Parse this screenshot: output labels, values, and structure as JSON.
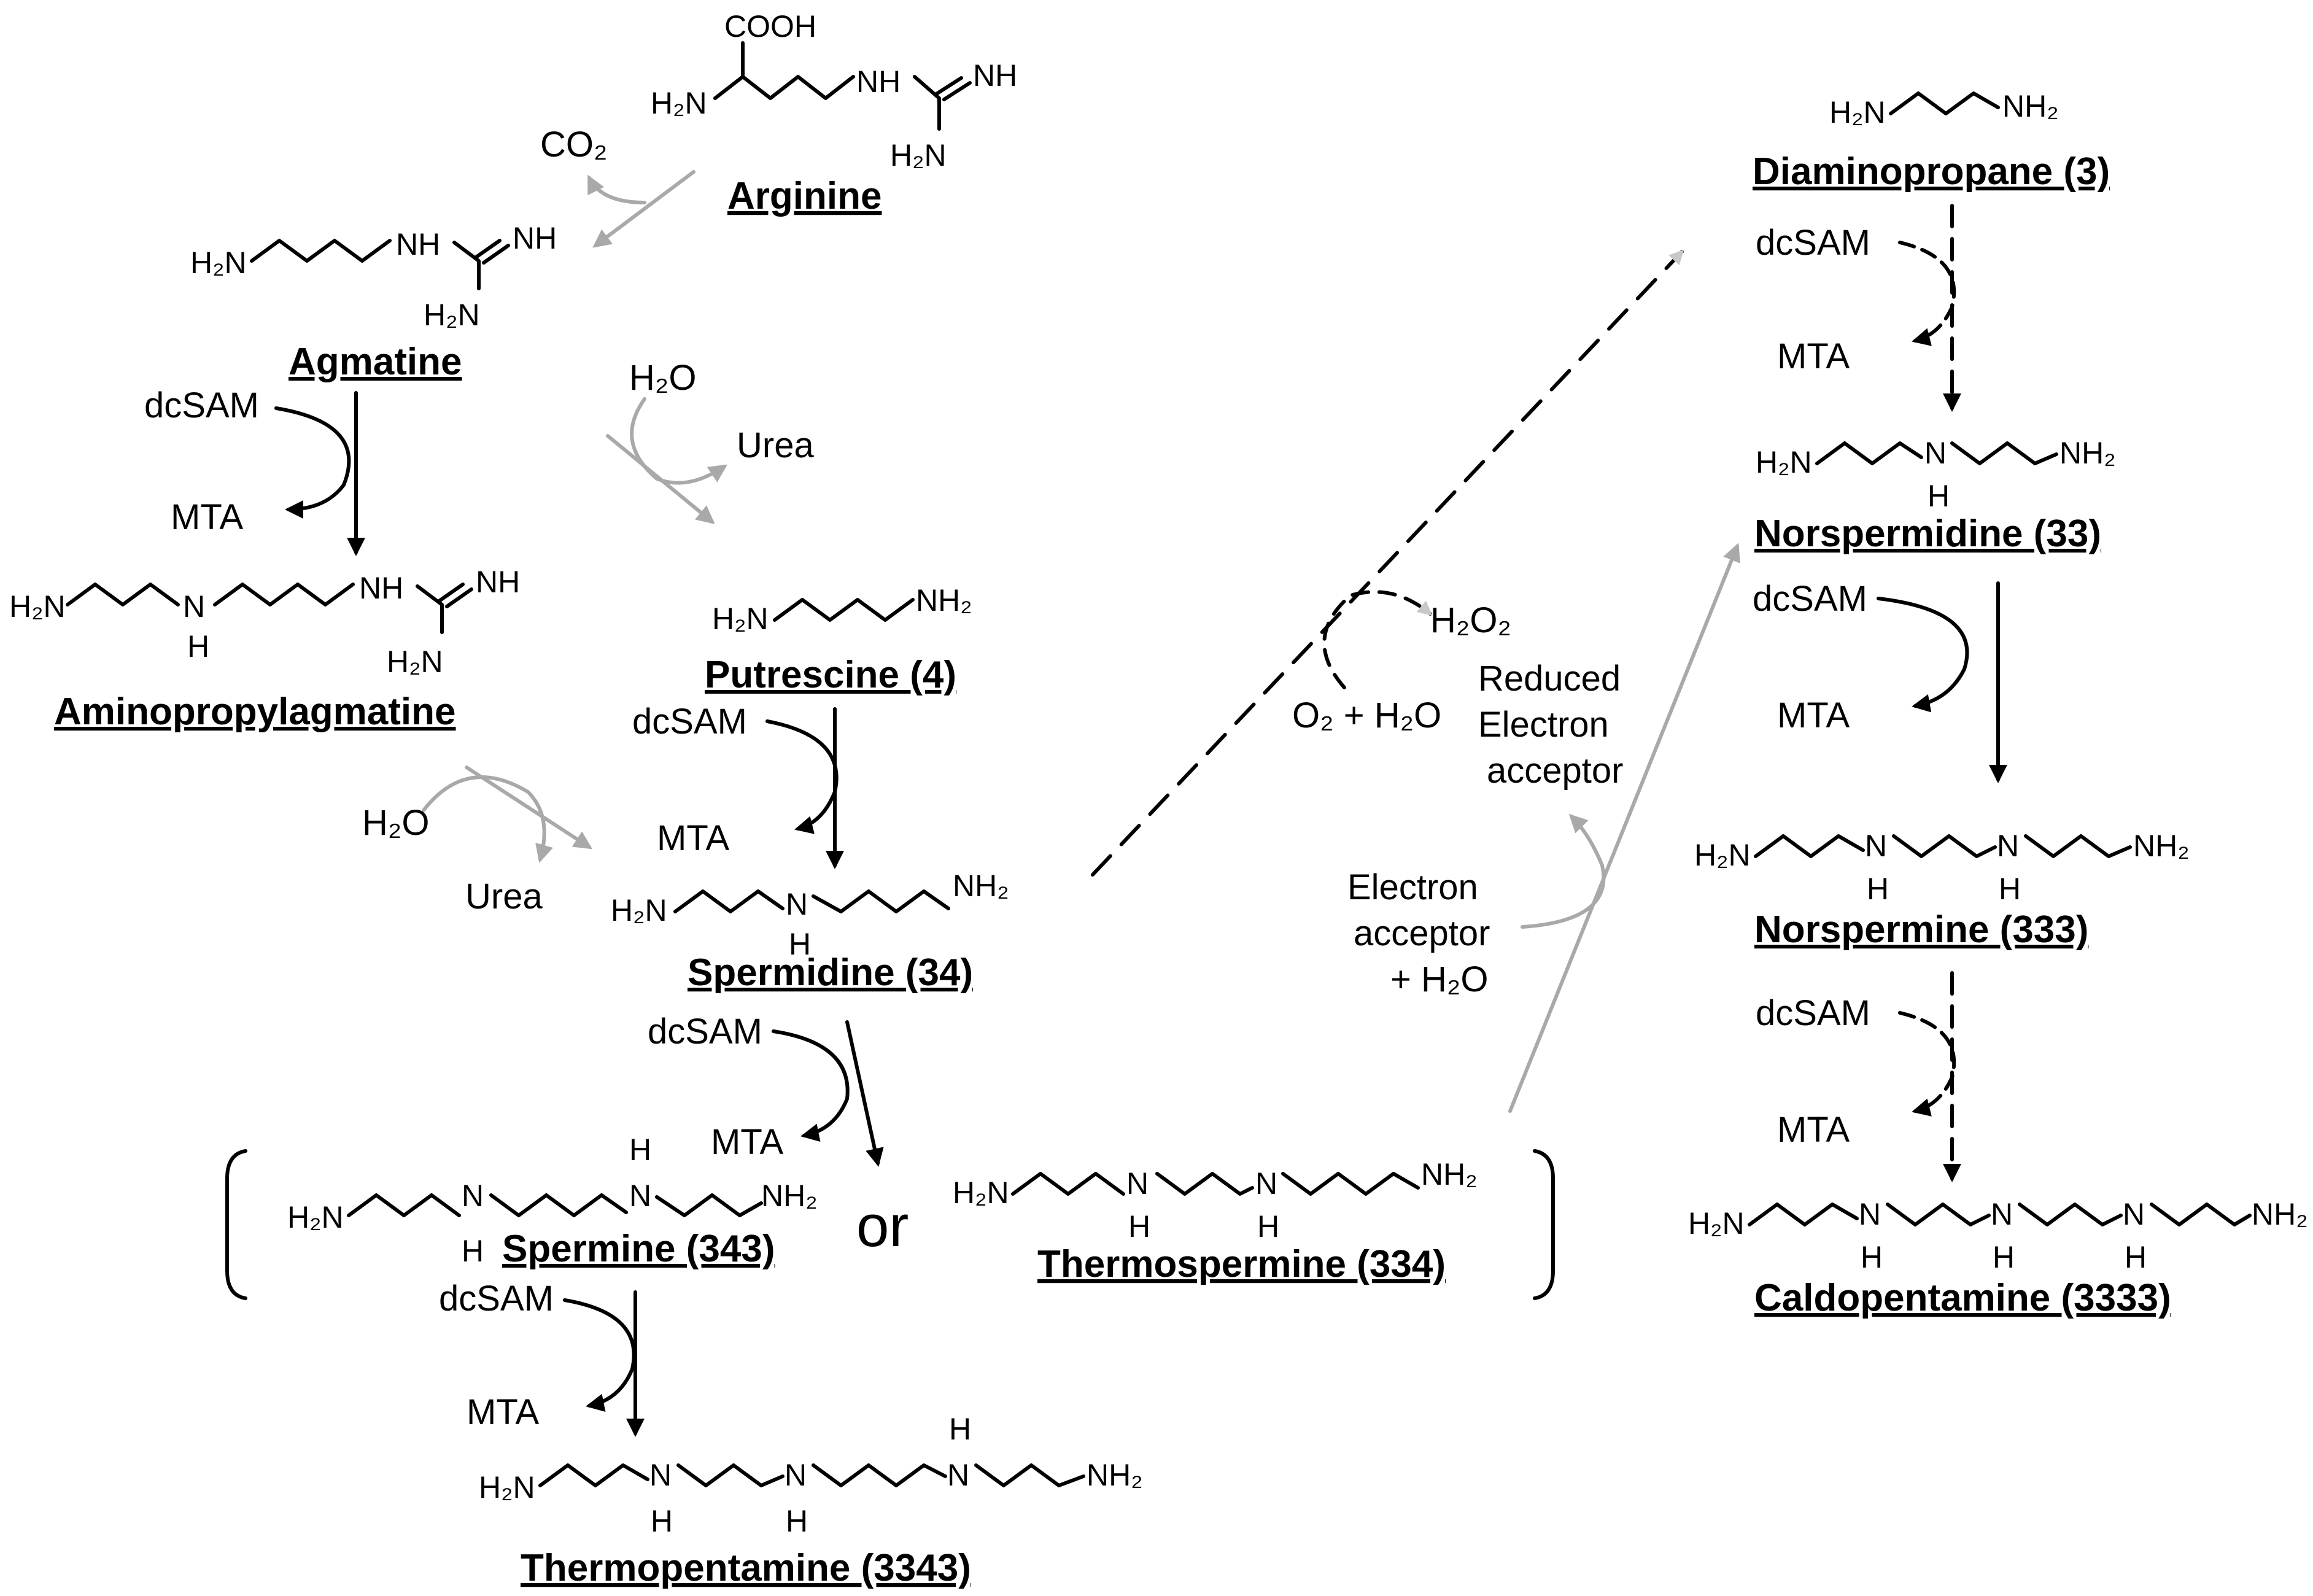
{
  "compounds": {
    "arginine": "Arginine",
    "agmatine": "Agmatine",
    "aminopropylagmatine": "Aminopropylagmatine",
    "putrescine": "Putrescine (4)",
    "spermidine": "Spermidine (34)",
    "spermine": "Spermine (343)",
    "thermospermine": "Thermospermine (334)",
    "thermopentamine": "Thermopentamine (3343)",
    "diaminopropane": "Diaminopropane (3)",
    "norspermidine": "Norspermidine (33)",
    "norspermine": "Norspermine (333)",
    "caldopentamine": "Caldopentamine (3333)"
  },
  "reagents": {
    "dcsam": "dcSAM",
    "mta": "MTA",
    "co2": "CO₂",
    "h2o": "H₂O",
    "urea": "Urea",
    "h2o2": "H₂O₂",
    "o2_h2o": "O₂ + H₂O",
    "reduced_acceptor_line1": "Reduced",
    "reduced_acceptor_line2": "Electron",
    "reduced_acceptor_line3": "acceptor",
    "acceptor_line1": "Electron",
    "acceptor_line2": "acceptor",
    "acceptor_line3": "+ H₂O",
    "or": "or"
  },
  "atoms": {
    "cooh": "COOH",
    "h2n": "H₂N",
    "nh2": "NH₂",
    "nh": "NH",
    "n": "N",
    "h": "H"
  },
  "colors": {
    "gray_arrow": "#a9a9a9",
    "light_dashed": "#c8c8c8",
    "black_arrow": "#000000"
  }
}
